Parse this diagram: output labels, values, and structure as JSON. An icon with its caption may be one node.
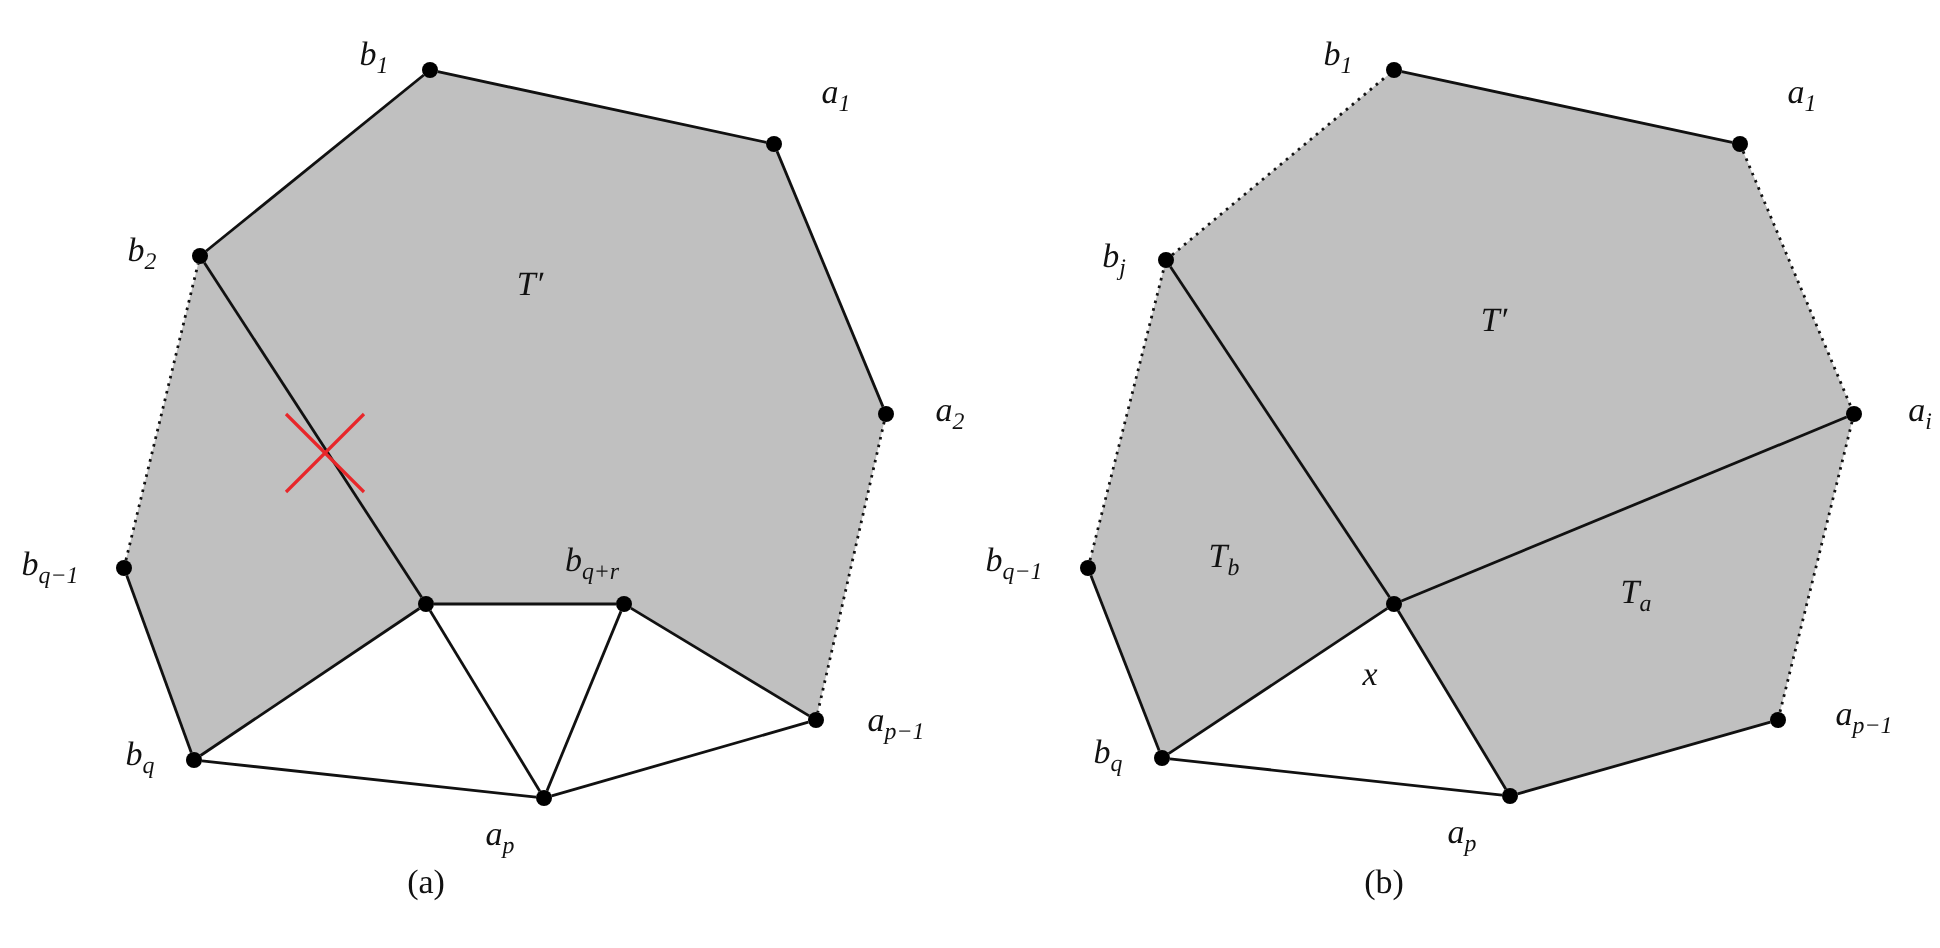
{
  "diagram": {
    "nodes": [
      {
        "text": [
          "b$_{1}$"
        ]
      },
      {
        "text": [
          "a$_{1}$"
        ]
      },
      {
        "text": [
          "b$_{2}$"
        ]
      },
      {
        "text": [
          "a$_{2}$"
        ]
      },
      {
        "text": [
          "b$_{q−1}$"
        ]
      },
      {
        "text": [],
        "shape": "circle"
      },
      {
        "text": [
          "b$_{q+r}$"
        ]
      },
      {
        "text": [
          "a$_{p−1}$"
        ]
      },
      {
        "text": [
          "b$_{q}$"
        ]
      },
      {
        "text": [
          "a$_{p}$"
        ]
      },
      {
        "text": [
          "b$_{1}$"
        ]
      },
      {
        "text": [
          "a$_{1}$"
        ]
      },
      {
        "text": [
          "b$_{j}$"
        ]
      },
      {
        "text": [
          "a$_{i}$"
        ]
      },
      {
        "text": [
          "b$_{q−1}$"
        ]
      },
      {
        "text": [
          "x"
        ]
      },
      {
        "text": [
          "a$_{p−1}$"
        ]
      },
      {
        "text": [
          "b$_{q}$"
        ]
      },
      {
        "text": [
          "a$_{p}$"
        ]
      }
    ],
    "edges": [
      {
        "from": 0,
        "to": 1,
        "arrow": "none"
      },
      {
        "from": 1,
        "to": 3,
        "arrow": "none"
      },
      {
        "from": 3,
        "to": 7,
        "arrow": "none",
        "style": "dashed"
      },
      {
        "from": 7,
        "to": 9,
        "arrow": "none"
      },
      {
        "from": 9,
        "to": 8,
        "arrow": "none"
      },
      {
        "from": 8,
        "to": 4,
        "arrow": "none"
      },
      {
        "from": 4,
        "to": 2,
        "arrow": "none",
        "style": "dashed"
      },
      {
        "from": 2,
        "to": 0,
        "arrow": "none"
      },
      {
        "from": 2,
        "to": 5,
        "arrow": "none"
      },
      {
        "from": 5,
        "to": 6,
        "arrow": "none"
      },
      {
        "from": 6,
        "to": 7,
        "arrow": "none"
      },
      {
        "from": 5,
        "to": 8,
        "arrow": "none"
      },
      {
        "from": 5,
        "to": 9,
        "arrow": "none"
      },
      {
        "from": 6,
        "to": 9,
        "arrow": "none"
      },
      {
        "from": 10,
        "to": 11,
        "arrow": "none"
      },
      {
        "from": 11,
        "to": 13,
        "arrow": "none",
        "style": "dashed"
      },
      {
        "from": 13,
        "to": 16,
        "arrow": "none",
        "style": "dashed"
      },
      {
        "from": 16,
        "to": 18,
        "arrow": "none"
      },
      {
        "from": 18,
        "to": 17,
        "arrow": "none"
      },
      {
        "from": 17,
        "to": 14,
        "arrow": "none"
      },
      {
        "from": 14,
        "to": 12,
        "arrow": "none",
        "style": "dashed"
      },
      {
        "from": 12,
        "to": 10,
        "arrow": "none",
        "style": "dashed"
      },
      {
        "from": 12,
        "to": 15,
        "arrow": "none"
      },
      {
        "from": 15,
        "to": 13,
        "arrow": "none"
      },
      {
        "from": 15,
        "to": 17,
        "arrow": "none"
      },
      {
        "from": 15,
        "to": 18,
        "arrow": "none"
      }
    ],
    "labels": [
      "T′",
      "(a)",
      "T′",
      "T$_{b}$",
      "T$_{a}$",
      "(b)"
    ]
  }
}
